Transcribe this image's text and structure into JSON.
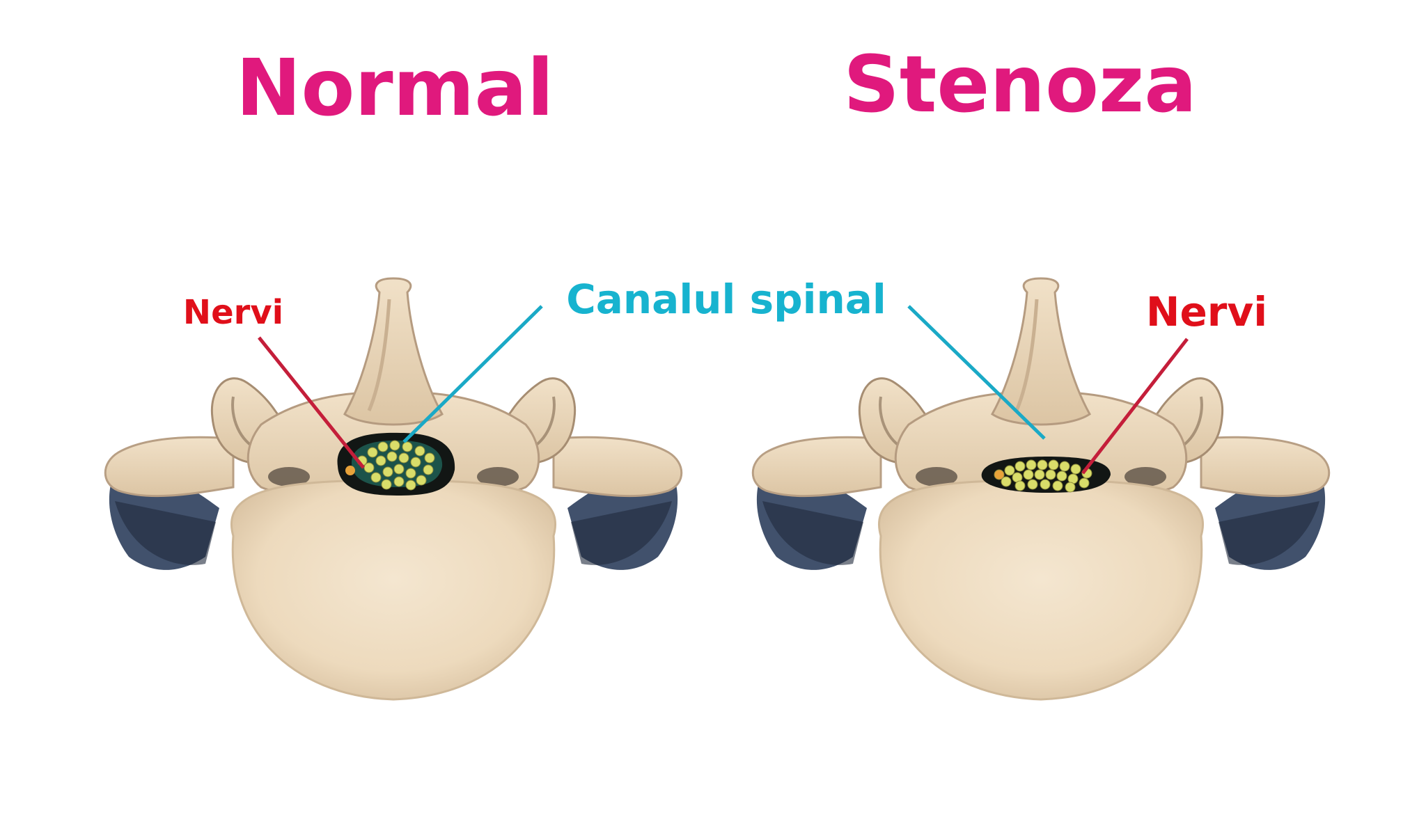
{
  "titles": {
    "normal": "Normal",
    "stenosis": "Stenoza"
  },
  "labels": {
    "nerves_left": "Nervi",
    "nerves_right": "Nervi",
    "spinal_canal": "Canalul spinal"
  },
  "colors": {
    "title": "#e0197d",
    "nerve_label": "#e00f1a",
    "nerve_line": "#c41e3a",
    "canal_label": "#17b3cf",
    "canal_line": "#1aa9c6",
    "bone": "#efdcc0",
    "bone_shade": "#b59b80",
    "bone_dark": "#3b3630",
    "blue_shadow": "#2c3e5c",
    "nerve_dot": "#d9dd6a",
    "nerve_dot_orange": "#e8a23a",
    "canal_dark": "#121614",
    "canal_teal": "#1f5e54"
  }
}
